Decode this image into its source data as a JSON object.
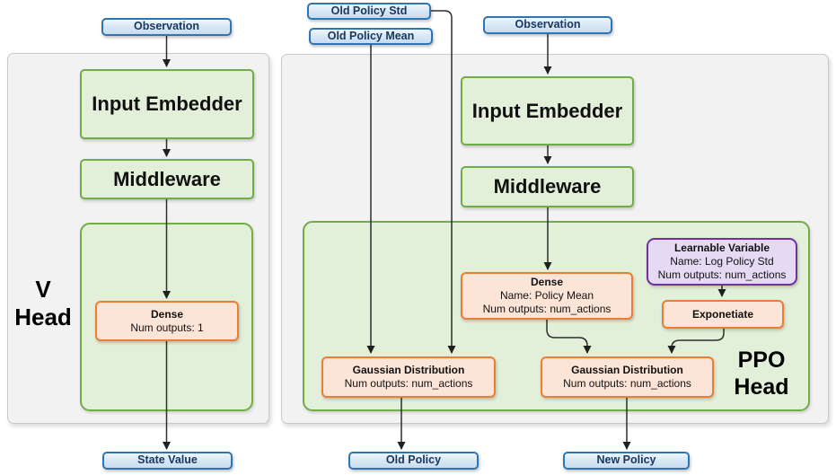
{
  "colors": {
    "blue_border": "#2E75B6",
    "blue_fill": "#D6E6F5",
    "green_border": "#70AD47",
    "green_fill": "#E2EFD9",
    "orange_border": "#ED7D31",
    "orange_fill": "#FCE4D6",
    "purple_border": "#7030A0",
    "purple_fill": "#E5DAF3",
    "panel_fill": "#F2F2F2",
    "arrow": "#2E2E2E"
  },
  "v_head": {
    "title_line1": "V",
    "title_line2": "Head",
    "observation_label": "Observation",
    "input_embedder_label": "Input Embedder",
    "middleware_label": "Middleware",
    "dense": {
      "title": "Dense",
      "outputs": "Num outputs: 1"
    },
    "state_value_label": "State Value"
  },
  "ppo_head": {
    "title_line1": "PPO",
    "title_line2": "Head",
    "old_policy_std_label": "Old Policy Std",
    "old_policy_mean_label": "Old Policy Mean",
    "observation_label": "Observation",
    "input_embedder_label": "Input Embedder",
    "middleware_label": "Middleware",
    "dense": {
      "title": "Dense",
      "name": "Name: Policy Mean",
      "outputs": "Num outputs: num_actions"
    },
    "learnable_variable": {
      "title": "Learnable Variable",
      "name": "Name: Log Policy Std",
      "outputs": "Num outputs: num_actions"
    },
    "exponetiate_label": "Exponetiate",
    "gaussian_old": {
      "title": "Gaussian Distribution",
      "outputs": "Num outputs: num_actions"
    },
    "gaussian_new": {
      "title": "Gaussian Distribution",
      "outputs": "Num outputs: num_actions"
    },
    "old_policy_label": "Old Policy",
    "new_policy_label": "New Policy"
  }
}
